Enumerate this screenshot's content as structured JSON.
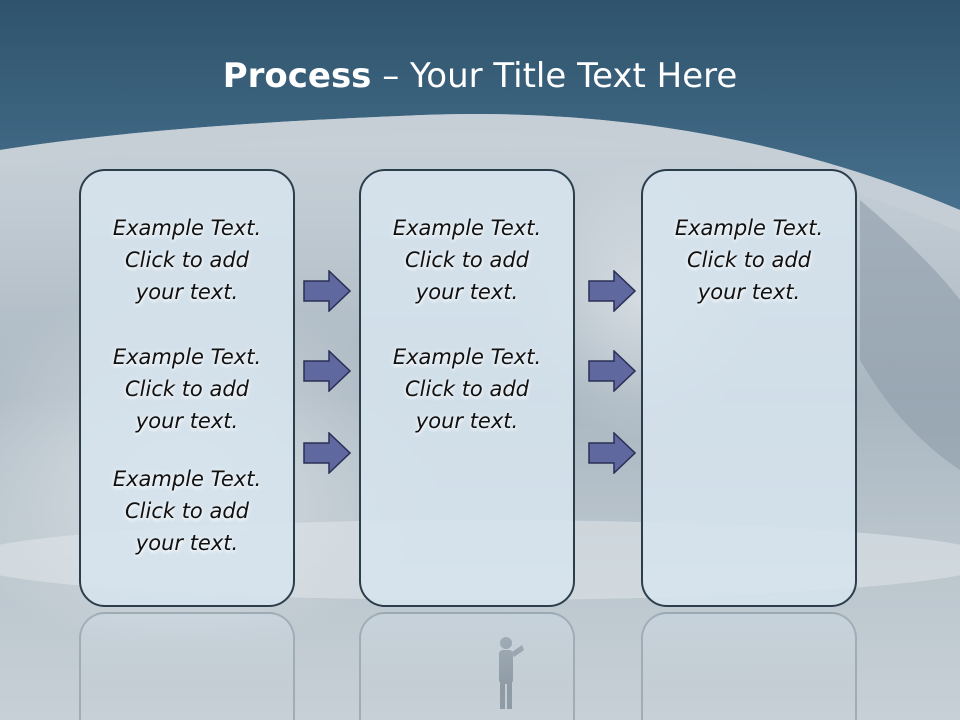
{
  "title": {
    "bold": "Process",
    "rest": " – Your Title Text Here"
  },
  "columns": [
    {
      "items": [
        {
          "l1": "Example Text.",
          "l2": "Click  to add",
          "l3": "your text."
        },
        {
          "l1": "Example Text.",
          "l2": "Click  to add",
          "l3": "your text."
        },
        {
          "l1": "Example Text.",
          "l2": "Click  to add",
          "l3": "your text."
        }
      ]
    },
    {
      "items": [
        {
          "l1": "Example Text.",
          "l2": "Click  to add",
          "l3": "your text."
        },
        {
          "l1": "Example Text.",
          "l2": "Click  to add",
          "l3": "your text."
        }
      ]
    },
    {
      "items": [
        {
          "l1": "Example Text.",
          "l2": "Click  to add",
          "l3": "your text."
        }
      ]
    }
  ],
  "colors": {
    "header": "#3c637e",
    "arrow_fill": "#6068a0",
    "box_border": "#2c3e4c"
  },
  "icons": {
    "arrow": "right-arrow-icon"
  }
}
